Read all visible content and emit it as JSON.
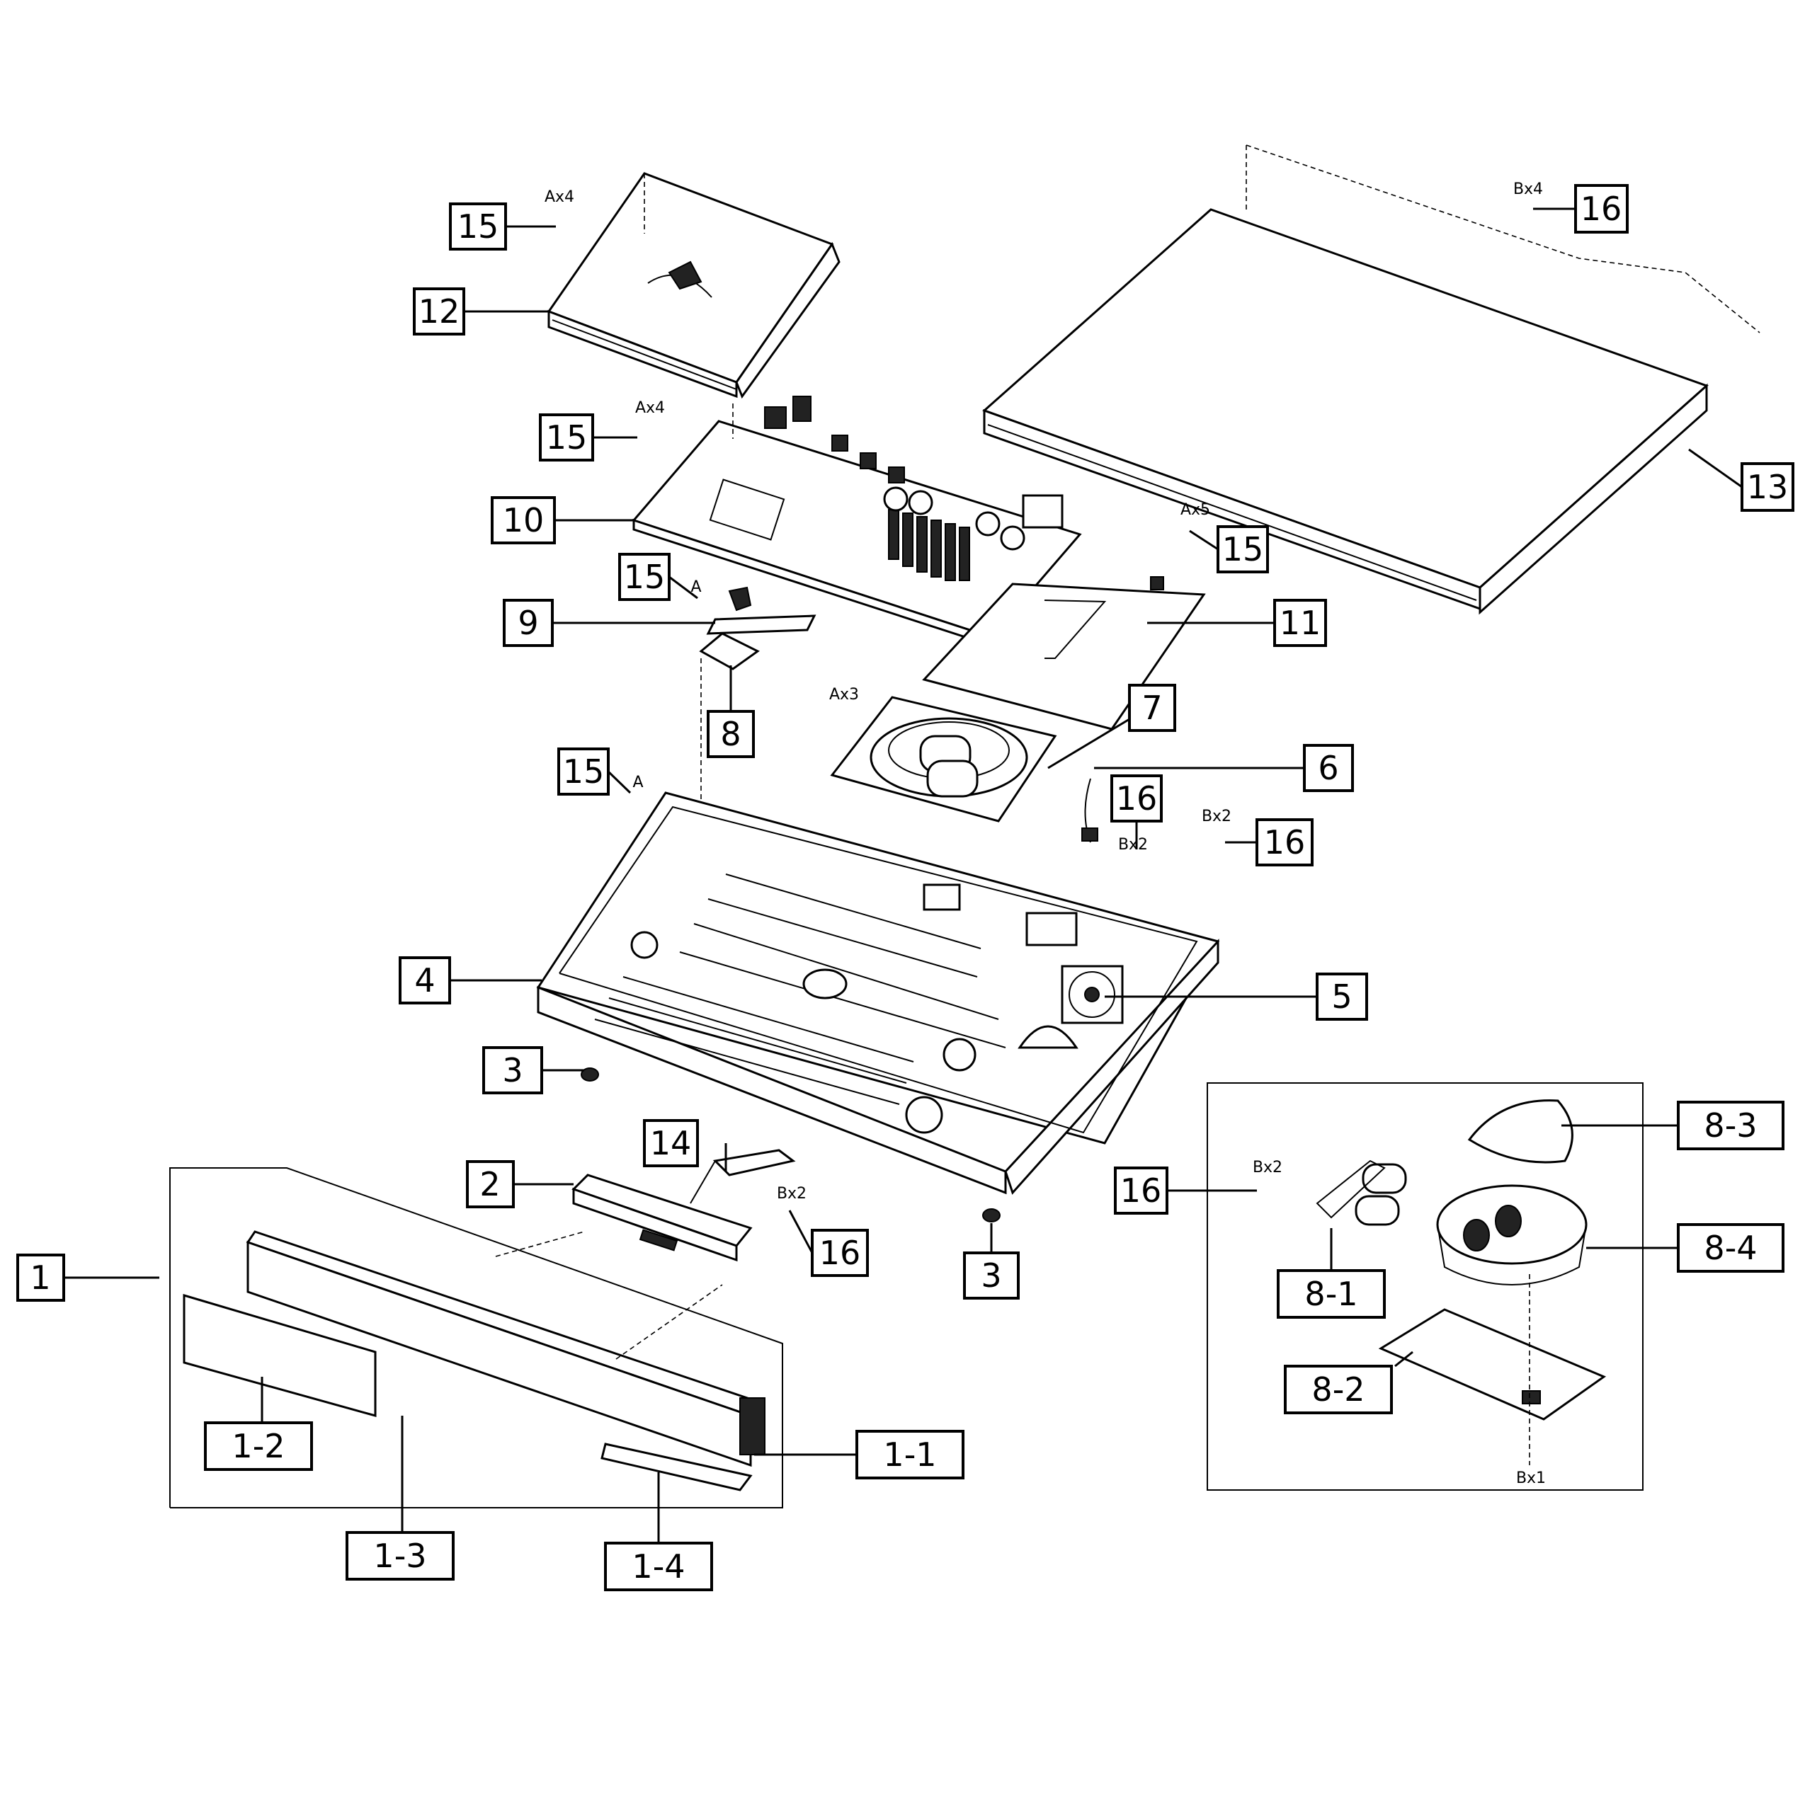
{
  "callouts": [
    {
      "id": "c15a",
      "label": "15"
    },
    {
      "id": "c12",
      "label": "12"
    },
    {
      "id": "c16a",
      "label": "16"
    },
    {
      "id": "c13",
      "label": "13"
    },
    {
      "id": "c15b",
      "label": "15"
    },
    {
      "id": "c10",
      "label": "10"
    },
    {
      "id": "c15c",
      "label": "15"
    },
    {
      "id": "c15d",
      "label": "15"
    },
    {
      "id": "c11",
      "label": "11"
    },
    {
      "id": "c9",
      "label": "9"
    },
    {
      "id": "c8",
      "label": "8"
    },
    {
      "id": "c7",
      "label": "7"
    },
    {
      "id": "c6",
      "label": "6"
    },
    {
      "id": "c15e",
      "label": "15"
    },
    {
      "id": "c16b",
      "label": "16"
    },
    {
      "id": "c16c",
      "label": "16"
    },
    {
      "id": "c4",
      "label": "4"
    },
    {
      "id": "c5",
      "label": "5"
    },
    {
      "id": "c3a",
      "label": "3"
    },
    {
      "id": "c83",
      "label": "8-3"
    },
    {
      "id": "c14",
      "label": "14"
    },
    {
      "id": "c2",
      "label": "2"
    },
    {
      "id": "c16d",
      "label": "16"
    },
    {
      "id": "c16e",
      "label": "16"
    },
    {
      "id": "c84",
      "label": "8-4"
    },
    {
      "id": "c1",
      "label": "1"
    },
    {
      "id": "c3b",
      "label": "3"
    },
    {
      "id": "c81",
      "label": "8-1"
    },
    {
      "id": "c82",
      "label": "8-2"
    },
    {
      "id": "c12b",
      "label": "1-2"
    },
    {
      "id": "c11b",
      "label": "1-1"
    },
    {
      "id": "c13b",
      "label": "1-3"
    },
    {
      "id": "c14b",
      "label": "1-4"
    }
  ],
  "quantities": [
    {
      "id": "q1",
      "label": "Ax4"
    },
    {
      "id": "q2",
      "label": "Bx4"
    },
    {
      "id": "q3",
      "label": "Ax4"
    },
    {
      "id": "q4",
      "label": "Ax5"
    },
    {
      "id": "q5",
      "label": "A"
    },
    {
      "id": "q6",
      "label": "Ax3"
    },
    {
      "id": "q7",
      "label": "A"
    },
    {
      "id": "q8",
      "label": "Bx2"
    },
    {
      "id": "q9",
      "label": "Bx2"
    },
    {
      "id": "q10",
      "label": "Bx2"
    },
    {
      "id": "q11",
      "label": "Bx2"
    },
    {
      "id": "q12",
      "label": "Bx1"
    }
  ]
}
